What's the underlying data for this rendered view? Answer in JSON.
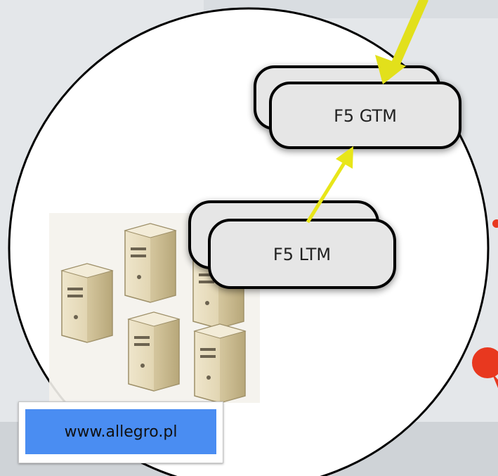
{
  "nodes": {
    "gtm_label": "F5 GTM",
    "ltm_label": "F5 LTM"
  },
  "badge": {
    "url": "www.allegro.pl"
  },
  "colors": {
    "arrow": "#e8e619",
    "box_fill": "#e6e6e6",
    "box_stroke": "#000000",
    "badge_fill": "#4a8df2",
    "accent_red": "#e8381f"
  },
  "icons": [
    "server-icon"
  ]
}
